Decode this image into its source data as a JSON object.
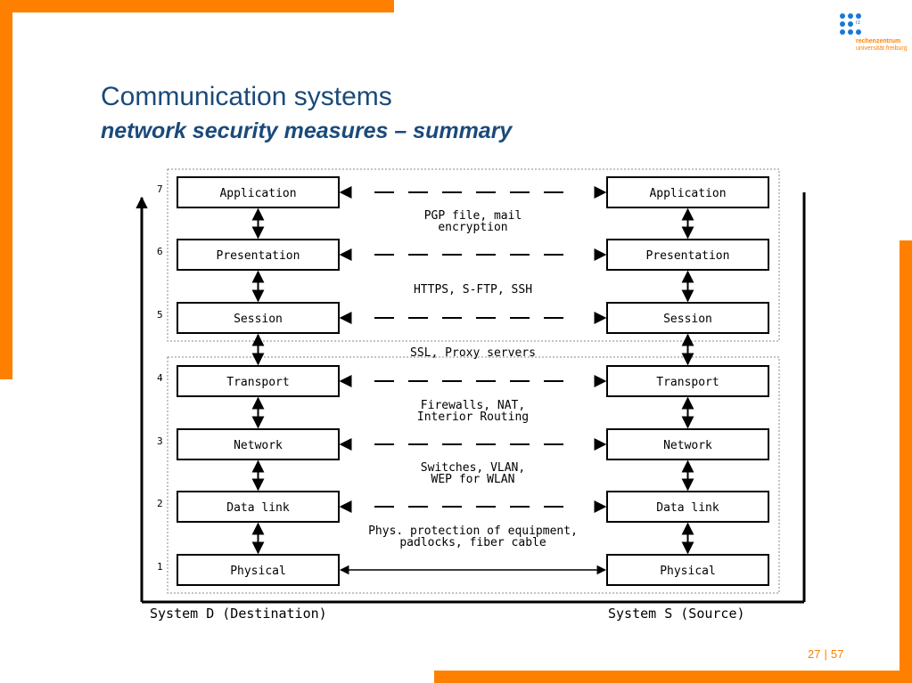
{
  "slide": {
    "title": "Communication systems",
    "subtitle": "network security measures – summary",
    "page": "27",
    "separator": "|",
    "total": "57"
  },
  "logo": {
    "line1": "rechenzentrum",
    "line2": "universität freiburg",
    "small_label": "rz"
  },
  "diagram": {
    "layers": [
      {
        "num": "7",
        "name": "Application"
      },
      {
        "num": "6",
        "name": "Presentation"
      },
      {
        "num": "5",
        "name": "Session"
      },
      {
        "num": "4",
        "name": "Transport"
      },
      {
        "num": "3",
        "name": "Network"
      },
      {
        "num": "2",
        "name": "Data link"
      },
      {
        "num": "1",
        "name": "Physical"
      }
    ],
    "measures": [
      {
        "line1": "",
        "line2": ""
      },
      {
        "line1": "PGP file, mail",
        "line2": "encryption"
      },
      {
        "line1": "HTTPS, S-FTP, SSH",
        "line2": ""
      },
      {
        "line1": "SSL, Proxy servers",
        "line2": ""
      },
      {
        "line1": "Firewalls, NAT,",
        "line2": "Interior Routing"
      },
      {
        "line1": "Switches, VLAN,",
        "line2": "WEP for WLAN"
      },
      {
        "line1": "Phys. protection of equipment,",
        "line2": "padlocks, fiber cable"
      }
    ],
    "left_system": "System D (Destination)",
    "right_system": "System S (Source)"
  },
  "colors": {
    "accent": "#ff8000",
    "title": "#1a4a7a",
    "logo_dots": "#1a78d4"
  }
}
